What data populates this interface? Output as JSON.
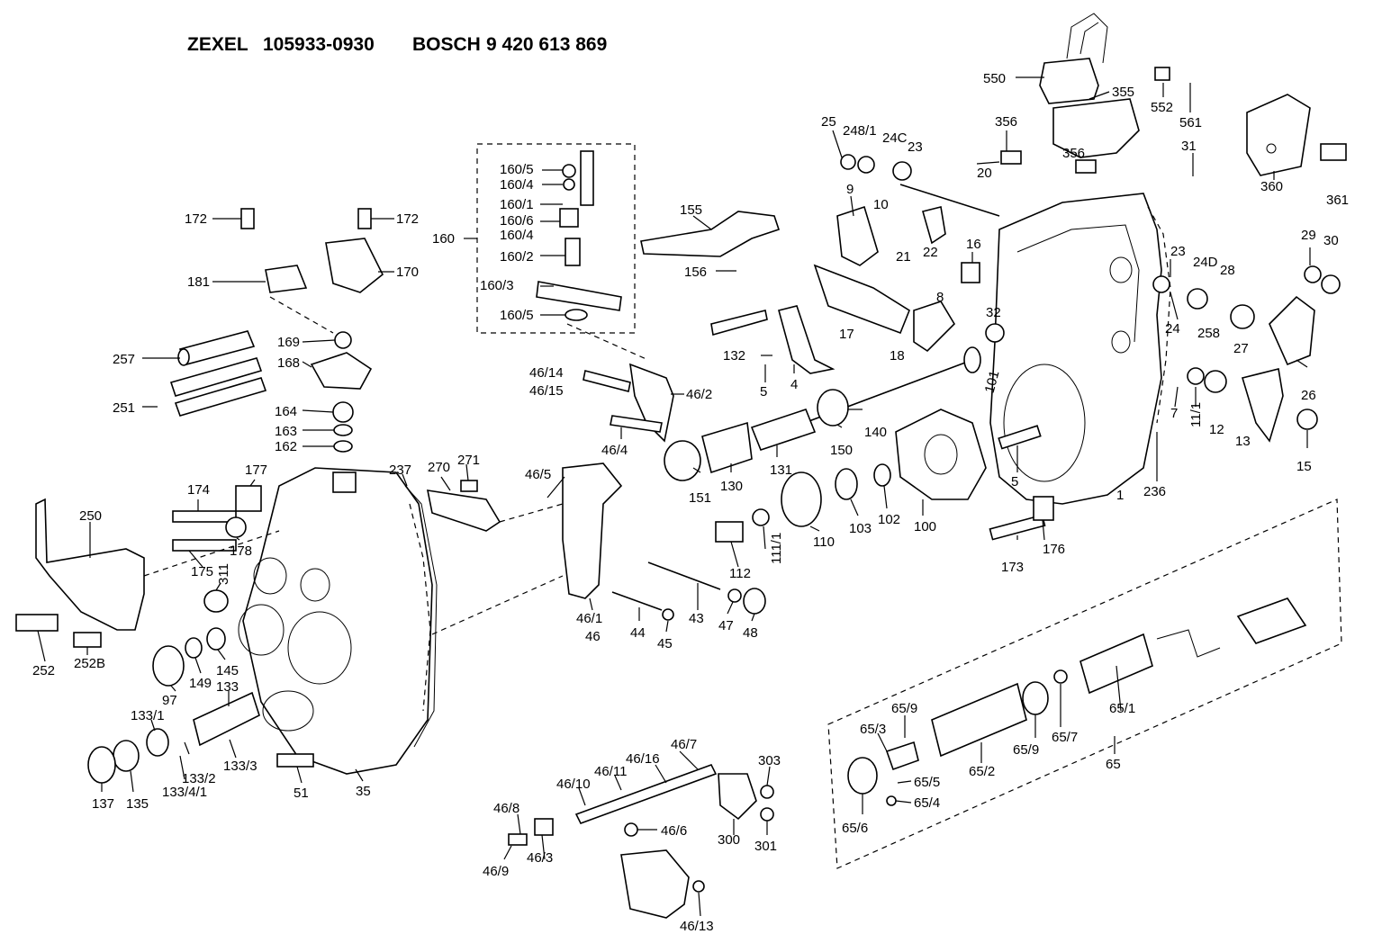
{
  "header": {
    "brand1": "ZEXEL",
    "part1": "105933-0930",
    "brand2": "BOSCH",
    "part2": "9 420 613 869"
  },
  "labels": {
    "l550": "550",
    "l355": "355",
    "l552": "552",
    "l561": "561",
    "l356a": "356",
    "l356b": "356",
    "l20": "20",
    "l31": "31",
    "l360": "360",
    "l361": "361",
    "l25": "25",
    "l248": "248/1",
    "l240": "24C",
    "l23a": "23",
    "l9": "9",
    "l10": "10",
    "l21": "21",
    "l22": "22",
    "l16": "16",
    "l23b": "23",
    "l24d": "24D",
    "l28": "28",
    "l29": "29",
    "l30": "30",
    "l24": "24",
    "l258": "258",
    "l27": "27",
    "l26": "26",
    "l32": "32",
    "l17": "17",
    "l18": "18",
    "l8": "8",
    "l101": "101",
    "l7": "7",
    "l111": "11/1",
    "l12": "12",
    "l13": "13",
    "l15": "15",
    "l236": "236",
    "l1": "1",
    "l1605a": "160/5",
    "l1604a": "160/4",
    "l1601": "160/1",
    "l1606": "160/6",
    "l1604b": "160/4",
    "l1602": "160/2",
    "l1603": "160/3",
    "l1605b": "160/5",
    "l160": "160",
    "l155": "155",
    "l156": "156",
    "l172a": "172",
    "l172b": "172",
    "l181": "181",
    "l170": "170",
    "l169": "169",
    "l168": "168",
    "l257": "257",
    "l251": "251",
    "l164": "164",
    "l163": "163",
    "l162": "162",
    "l4614": "46/14",
    "l4615": "46/15",
    "l462": "46/2",
    "l464": "46/4",
    "l465": "46/5",
    "l132": "132",
    "l5a": "5",
    "l4": "4",
    "l140": "140",
    "l150": "150",
    "l151": "151",
    "l130": "130",
    "l131": "131",
    "l5b": "5",
    "l100": "100",
    "l103": "103",
    "l102": "102",
    "l110": "110",
    "l111b": "111/1",
    "l112": "112",
    "l173": "173",
    "l176": "176",
    "l174": "174",
    "l177": "177",
    "l237": "237",
    "l270": "270",
    "l271": "271",
    "l250": "250",
    "l175": "175",
    "l178": "178",
    "l311": "311",
    "l252": "252",
    "l252b": "252B",
    "l97": "97",
    "l149": "149",
    "l145": "145",
    "l133": "133",
    "l1331": "133/1",
    "l1332": "133/2",
    "l1333": "133/3",
    "l13341": "133/4/1",
    "l137": "137",
    "l135": "135",
    "l51": "51",
    "l35": "35",
    "l461": "46/1",
    "l46": "46",
    "l44": "44",
    "l45": "45",
    "l43": "43",
    "l47": "47",
    "l48": "48",
    "l467": "46/7",
    "l4616": "46/16",
    "l4611": "46/11",
    "l4610": "46/10",
    "l468": "46/8",
    "l469": "46/9",
    "l463": "46/3",
    "l466": "46/6",
    "l4613": "46/13",
    "l303": "303",
    "l300": "300",
    "l301": "301",
    "l651": "65/1",
    "l659a": "65/9",
    "l653": "65/3",
    "l652": "65/2",
    "l659b": "65/9",
    "l657": "65/7",
    "l65": "65",
    "l655": "65/5",
    "l654": "65/4",
    "l656": "65/6"
  }
}
